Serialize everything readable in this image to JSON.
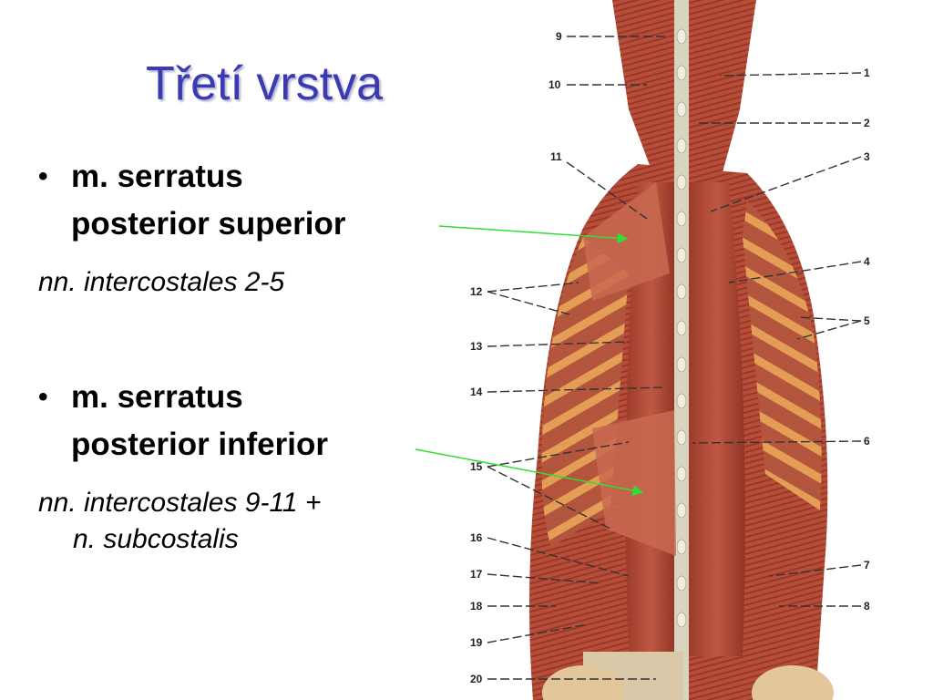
{
  "slide": {
    "title": "Třetí vrstva",
    "bullets": [
      {
        "line1": "m. serratus",
        "line2": "posterior superior",
        "sub_line1": "nn. intercostales 2-5",
        "sub_line2": ""
      },
      {
        "line1": "m. serratus",
        "line2": "posterior inferior",
        "sub_line1": "nn. intercostales 9-11 +",
        "sub_line2": "n. subcostalis"
      }
    ],
    "bullet_char": "•",
    "arrow_color": "#33dd33"
  },
  "figure": {
    "labels": [
      "1",
      "2",
      "3",
      "4",
      "5",
      "6",
      "7",
      "8",
      "9",
      "10",
      "11",
      "12",
      "13",
      "14",
      "15",
      "16",
      "17",
      "18",
      "19",
      "20"
    ]
  }
}
